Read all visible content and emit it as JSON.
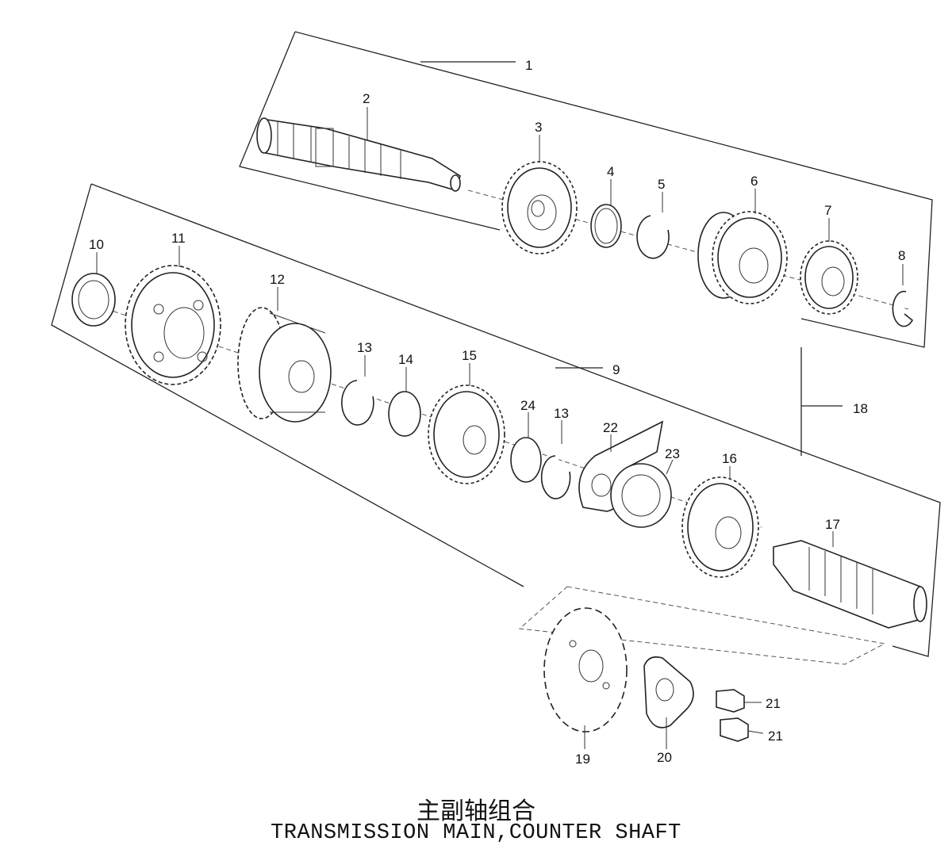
{
  "title_cn": "主副轴组合",
  "title_en": "TRANSMISSION MAIN,COUNTER SHAFT",
  "callouts": [
    "1",
    "2",
    "3",
    "4",
    "5",
    "6",
    "7",
    "8",
    "9",
    "10",
    "11",
    "12",
    "13",
    "14",
    "15",
    "24",
    "13",
    "22",
    "23",
    "16",
    "17",
    "18",
    "19",
    "20",
    "21",
    "21"
  ]
}
